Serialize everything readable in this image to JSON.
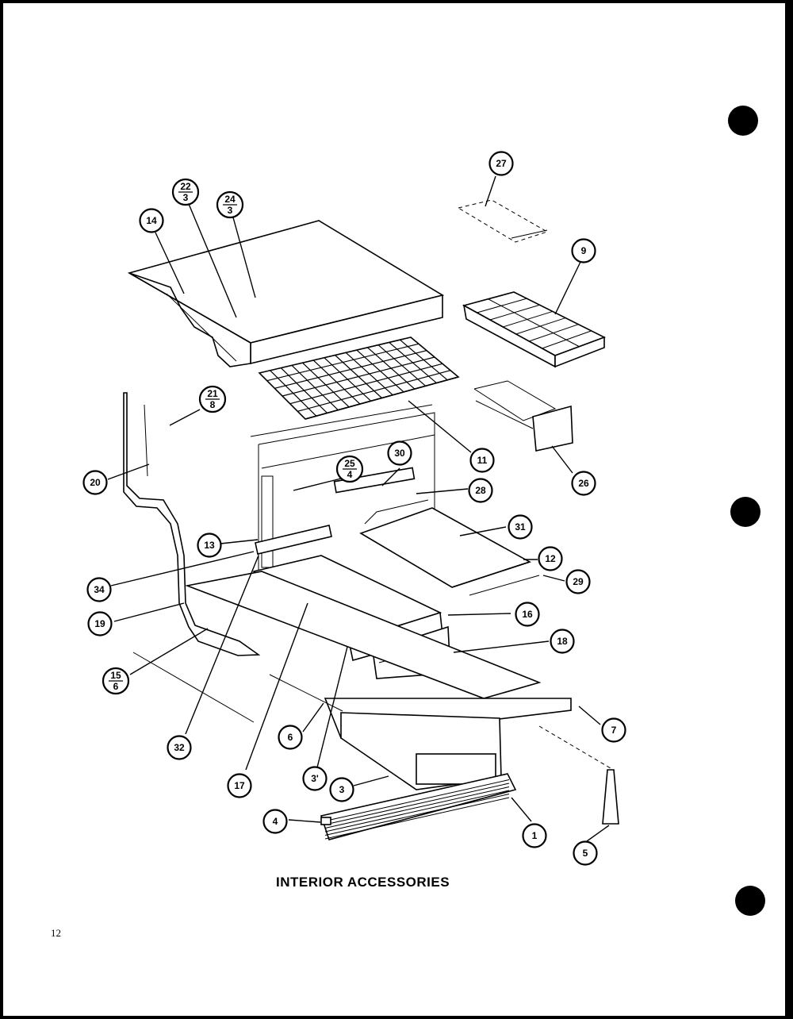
{
  "caption": "INTERIOR ACCESSORIES",
  "page_number": "12",
  "callouts": [
    {
      "top": "27"
    },
    {
      "top": "9"
    },
    {
      "top": "14"
    },
    {
      "top": "22",
      "bottom": "3"
    },
    {
      "top": "24",
      "bottom": "3"
    },
    {
      "top": "21",
      "bottom": "8"
    },
    {
      "top": "20"
    },
    {
      "top": "11"
    },
    {
      "top": "26"
    },
    {
      "top": "25",
      "bottom": "4"
    },
    {
      "top": "30"
    },
    {
      "top": "28"
    },
    {
      "top": "13"
    },
    {
      "top": "31"
    },
    {
      "top": "12"
    },
    {
      "top": "34"
    },
    {
      "top": "29"
    },
    {
      "top": "19"
    },
    {
      "top": "16"
    },
    {
      "top": "18"
    },
    {
      "top": "15",
      "bottom": "6"
    },
    {
      "top": "7"
    },
    {
      "top": "6"
    },
    {
      "top": "32"
    },
    {
      "top": "17"
    },
    {
      "top": "3"
    },
    {
      "top": "3'"
    },
    {
      "top": "1"
    },
    {
      "top": "4"
    },
    {
      "top": "5"
    }
  ]
}
